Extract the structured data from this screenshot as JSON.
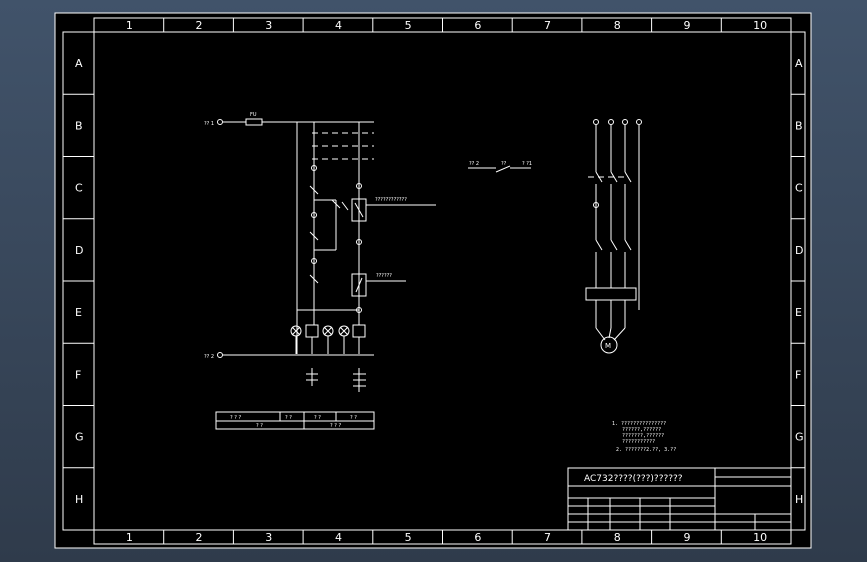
{
  "columns": [
    "1",
    "2",
    "3",
    "4",
    "5",
    "6",
    "7",
    "8",
    "9",
    "10"
  ],
  "rows": [
    "A",
    "B",
    "C",
    "D",
    "E",
    "F",
    "G",
    "H"
  ],
  "title_block": {
    "title": "AC732????(???)??????"
  },
  "notes": {
    "line1": "1. ???????????????",
    "line2": "??????,??????",
    "line3": "???????,??????",
    "line4": "???????????",
    "line5": "2. ???????2.??, 3.??"
  },
  "control_circuit": {
    "top_left_label": "?? 1",
    "bottom_left_label": "?? 2",
    "fuse_label": "FU",
    "coil1_annotation": "????????????",
    "coil2_annotation": "??????"
  },
  "small_table": {
    "row1": [
      "? ? ?",
      "? ?",
      "? ?",
      "? ?"
    ],
    "row2": [
      "? ?",
      "? ? ?"
    ]
  },
  "motor": {
    "label": "M"
  },
  "mid_switch": {
    "left": "?? 2",
    "center": "??",
    "right": "? ?1"
  }
}
